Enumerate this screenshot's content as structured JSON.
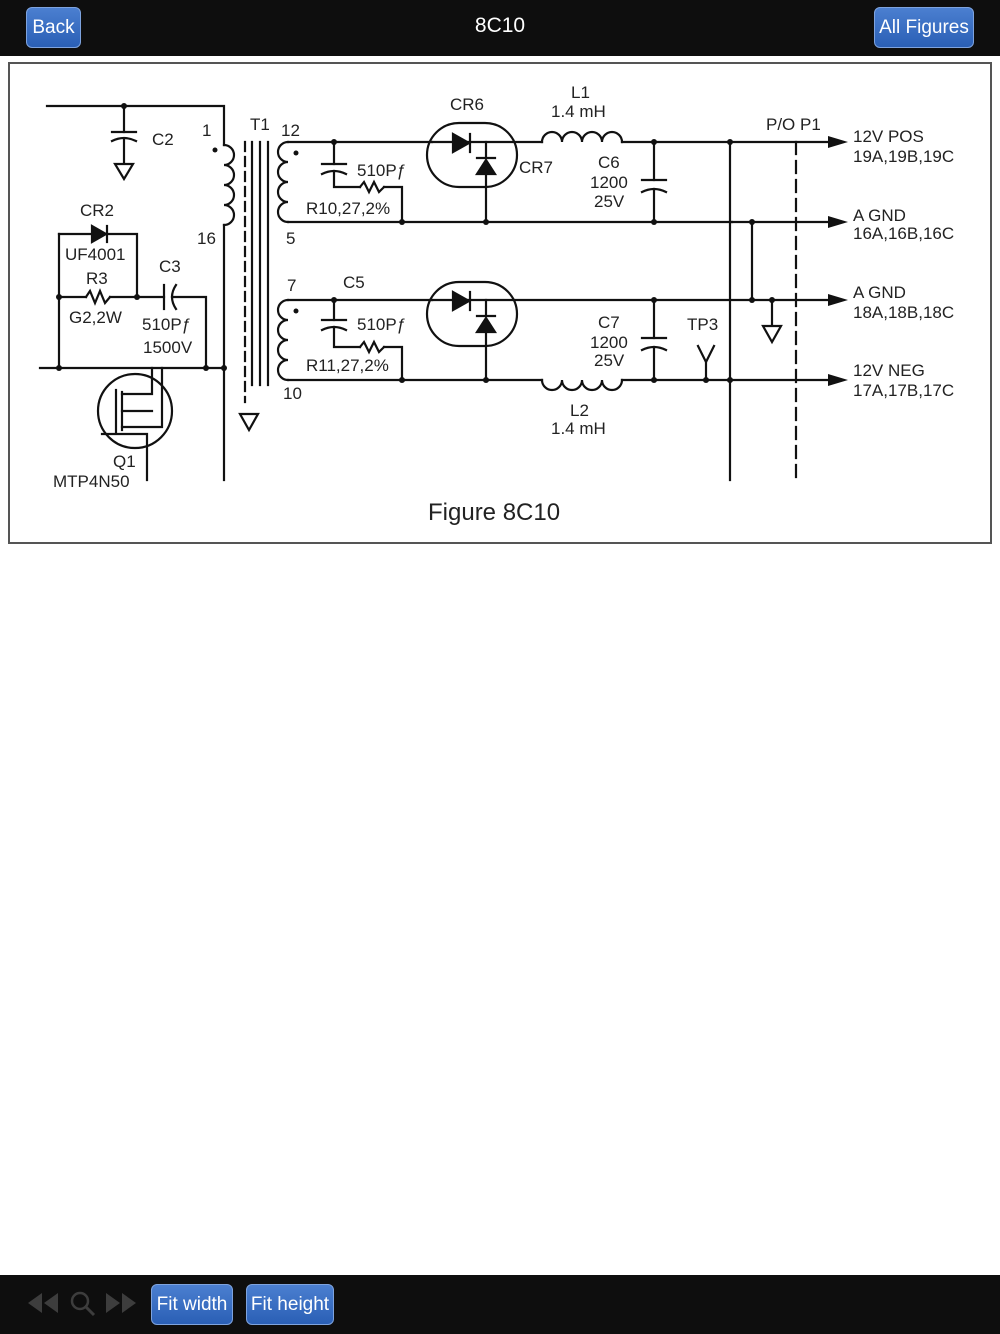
{
  "header": {
    "back_label": "Back",
    "title": "8C10",
    "all_figures_label": "All Figures"
  },
  "figure": {
    "caption": "Figure 8C10",
    "labels": {
      "c2": "C2",
      "n1": "1",
      "t1": "T1",
      "n12": "12",
      "cr6": "CR6",
      "l1": "L1",
      "l1_val": "1.4 mH",
      "po_p1": "P/O P1",
      "pos_label": "12V POS",
      "pos_pins": "19A,19B,19C",
      "c510a": "510Pƒ",
      "cr7": "CR7",
      "c6": "C6",
      "c6_val1": "1200",
      "c6_val2": "25V",
      "cr2": "CR2",
      "n16": "16",
      "r10": "R10,27,2%",
      "n5": "5",
      "agnd1": "A GND",
      "agnd1_pins": "16A,16B,16C",
      "uf4001": "UF4001",
      "r3": "R3",
      "c3": "C3",
      "n7": "7",
      "c5": "C5",
      "agnd2": "A GND",
      "agnd2_pins": "18A,18B,18C",
      "g22w": "G2,2W",
      "c3_val": "510Pƒ",
      "c3_volt": "1500V",
      "c510b": "510Pƒ",
      "c7": "C7",
      "c7_val1": "1200",
      "c7_val2": "25V",
      "tp3": "TP3",
      "r11": "R11,27,2%",
      "n10": "10",
      "neg_label": "12V NEG",
      "neg_pins": "17A,17B,17C",
      "l2": "L2",
      "l2_val": "1.4 mH",
      "q1": "Q1",
      "q1_part": "MTP4N50"
    }
  },
  "footer": {
    "fit_width_label": "Fit width",
    "fit_height_label": "Fit height",
    "icons": [
      "rewind-icon",
      "search-icon",
      "fast-forward-icon"
    ]
  }
}
